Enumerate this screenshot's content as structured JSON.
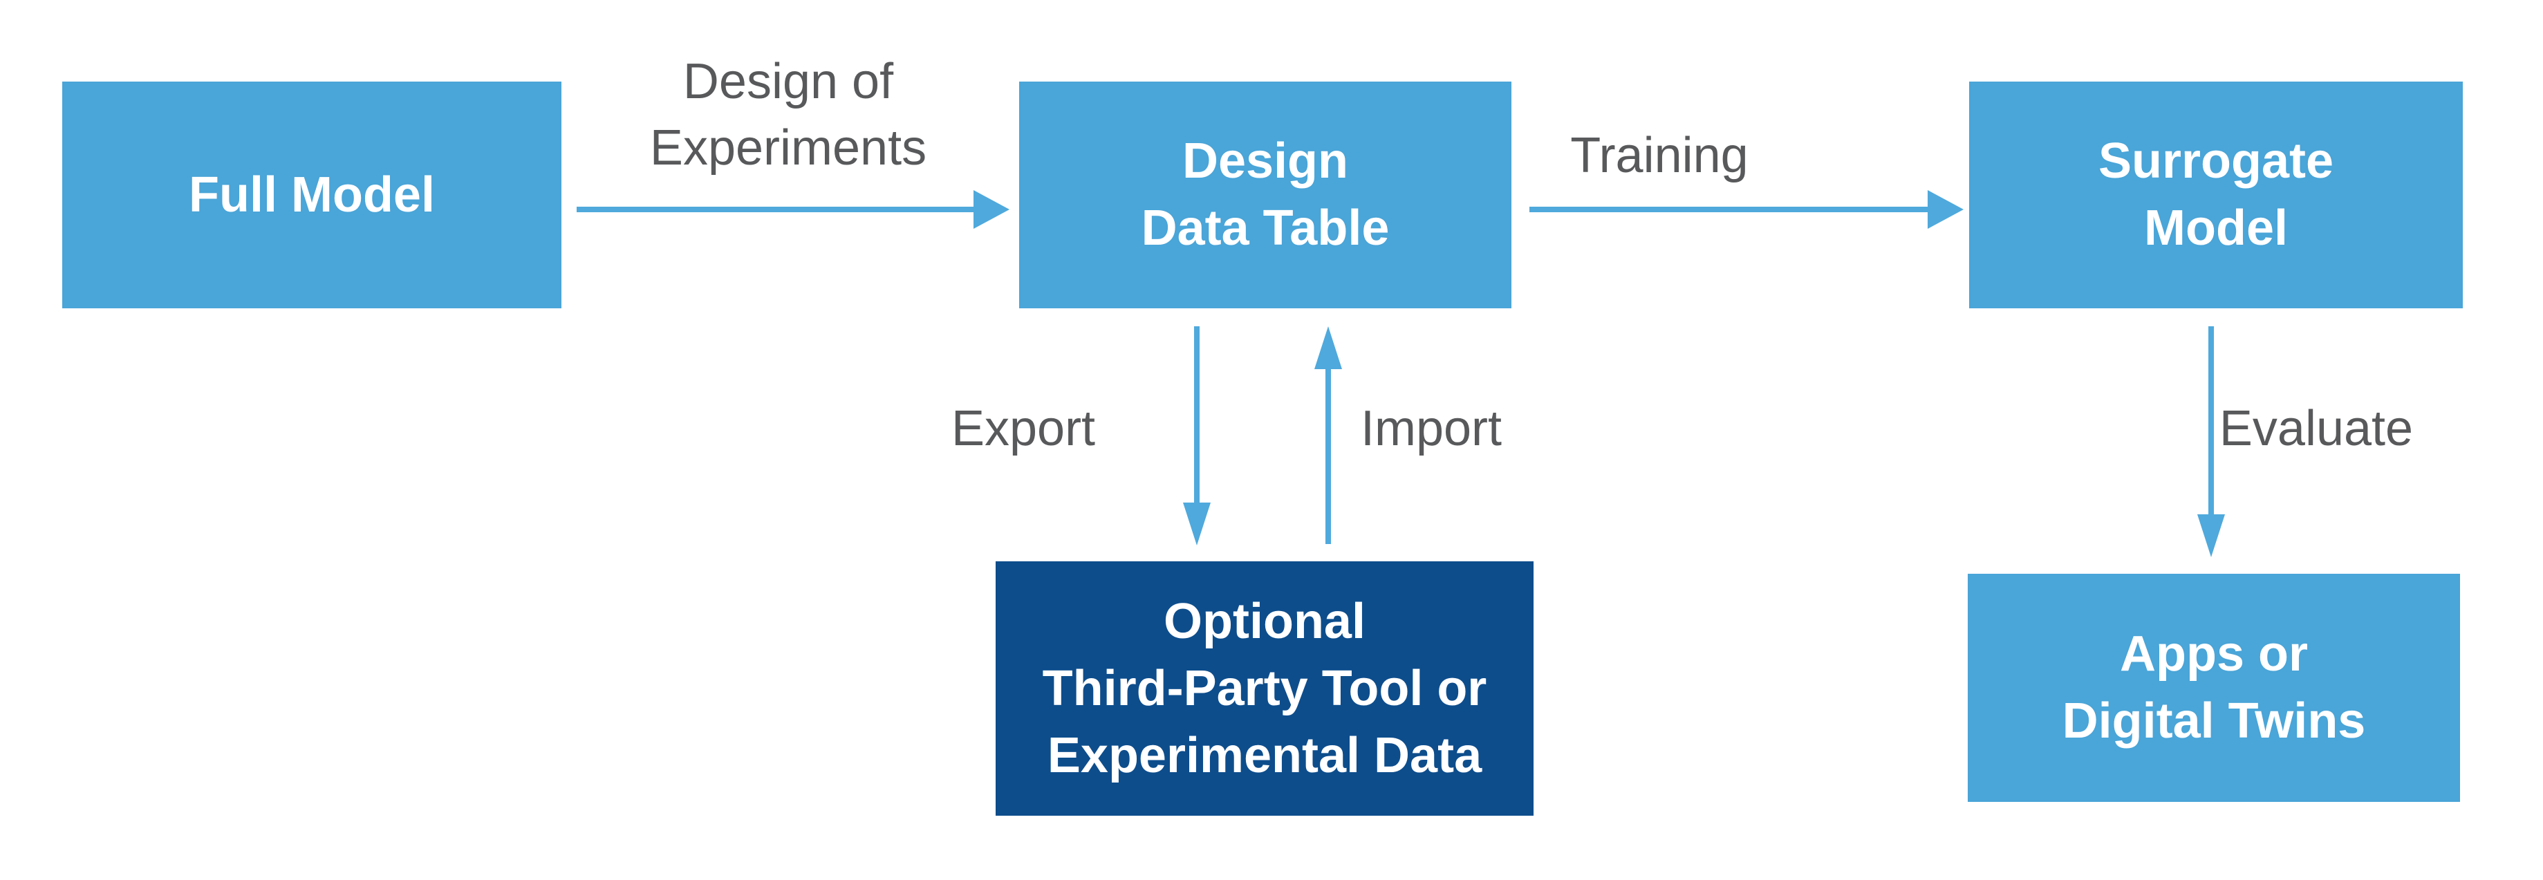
{
  "colors": {
    "node_fill_light": "#4AA5D8",
    "node_fill_dark": "#0D4D8C",
    "arrow": "#4FA9DC",
    "edge_label_text": "#58595B",
    "node_text": "#FFFFFF",
    "background": "#FFFFFF"
  },
  "nodes": {
    "full_model": {
      "line1": "Full Model"
    },
    "design_data_table": {
      "line1": "Design",
      "line2": "Data Table"
    },
    "surrogate_model": {
      "line1": "Surrogate",
      "line2": "Model"
    },
    "third_party": {
      "line1": "Optional",
      "line2": "Third-Party Tool or",
      "line3": "Experimental Data"
    },
    "apps_digital_twins": {
      "line1": "Apps or",
      "line2": "Digital Twins"
    }
  },
  "edges": {
    "design_of_experiments": {
      "line1": "Design of",
      "line2": "Experiments"
    },
    "training": {
      "label": "Training"
    },
    "export": {
      "label": "Export"
    },
    "import": {
      "label": "Import"
    },
    "evaluate": {
      "label": "Evaluate"
    }
  }
}
